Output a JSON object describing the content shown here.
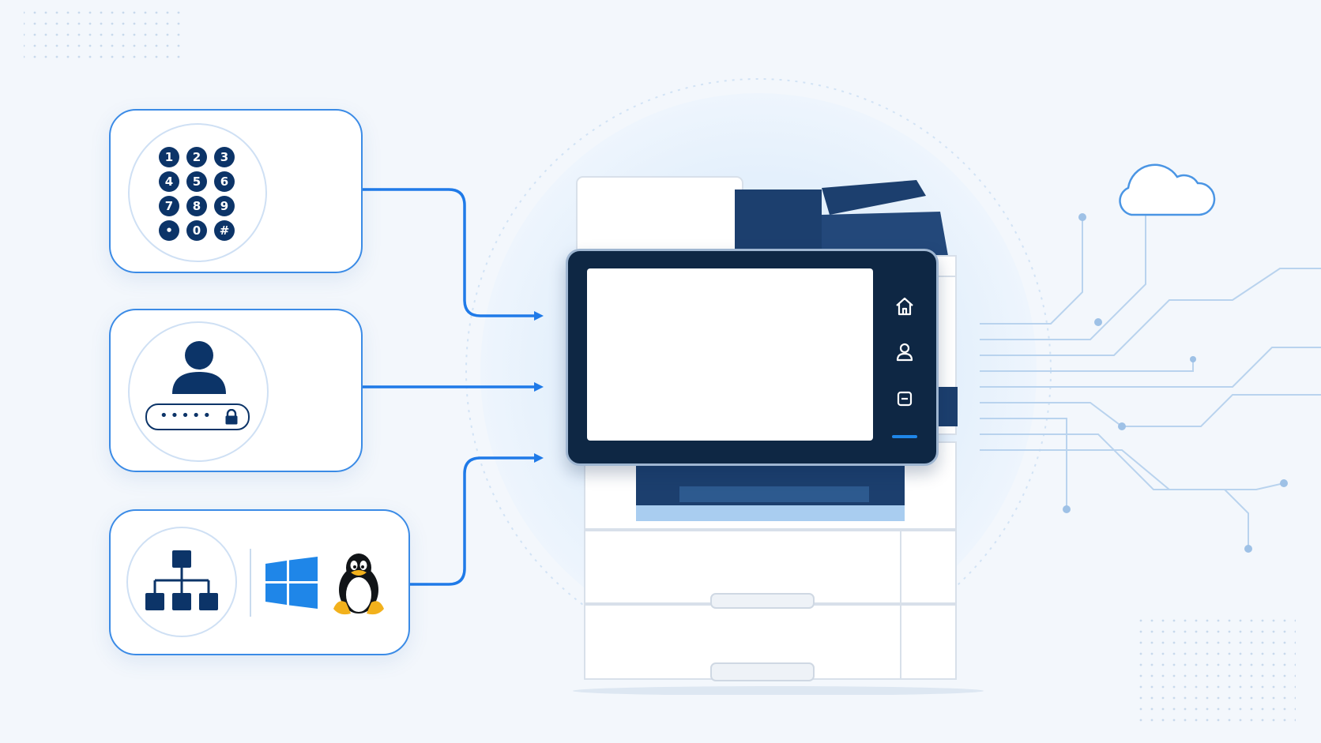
{
  "colors": {
    "accent": "#1f7ae8",
    "navy": "#0c3468",
    "background": "#f3f7fc",
    "card_border": "#3b8be6",
    "circuit": "#b9d3ee"
  },
  "keypad": {
    "icon": "numeric-keypad-icon",
    "keys": [
      "1",
      "2",
      "3",
      "4",
      "5",
      "6",
      "7",
      "8",
      "9",
      "•",
      "0",
      "#"
    ]
  },
  "user_login": {
    "icon": "user-password-icon",
    "password_mask": "•••••",
    "lock_icon": "lock-icon"
  },
  "network_auth": {
    "icons": [
      "network-hierarchy-icon",
      "windows-logo-icon",
      "linux-tux-icon"
    ]
  },
  "printer": {
    "icon": "multifunction-printer-icon",
    "panel_buttons": [
      "home-icon",
      "user-icon",
      "stop-icon"
    ]
  },
  "cloud": {
    "icon": "cloud-icon"
  }
}
